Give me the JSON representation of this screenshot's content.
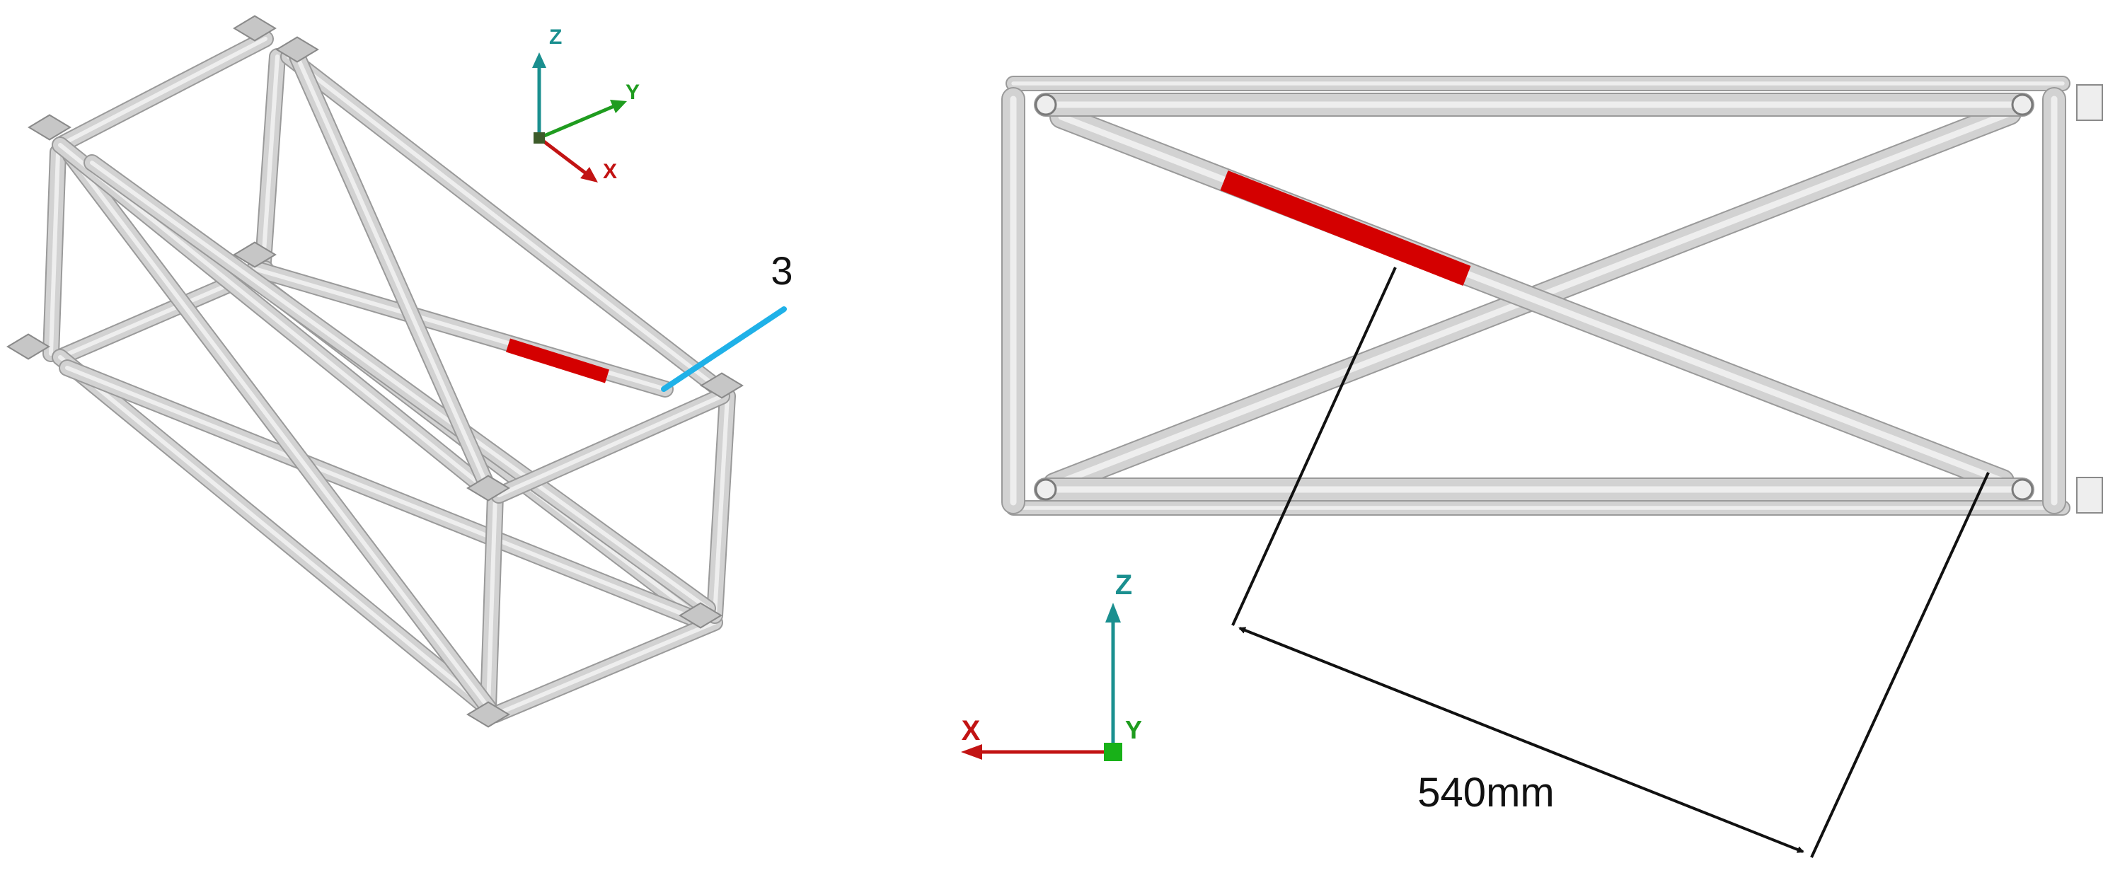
{
  "views": {
    "iso": {
      "callout_label": "3",
      "triad": {
        "z": "Z",
        "y": "Y",
        "x": "X"
      }
    },
    "front": {
      "dimension_label": "540mm",
      "triad": {
        "z": "Z",
        "y": "Y",
        "x": "X"
      }
    }
  },
  "colors": {
    "tube": "#d2d2d2",
    "tube_dark": "#9a9a9a",
    "tube_highlight": "#eeeeee",
    "highlight_segment": "#d40000",
    "callout_line": "#1fb1e8",
    "axis_x": "#c21313",
    "axis_y": "#1f9c1f",
    "axis_z": "#1a8f8f",
    "dimension": "#111111"
  }
}
